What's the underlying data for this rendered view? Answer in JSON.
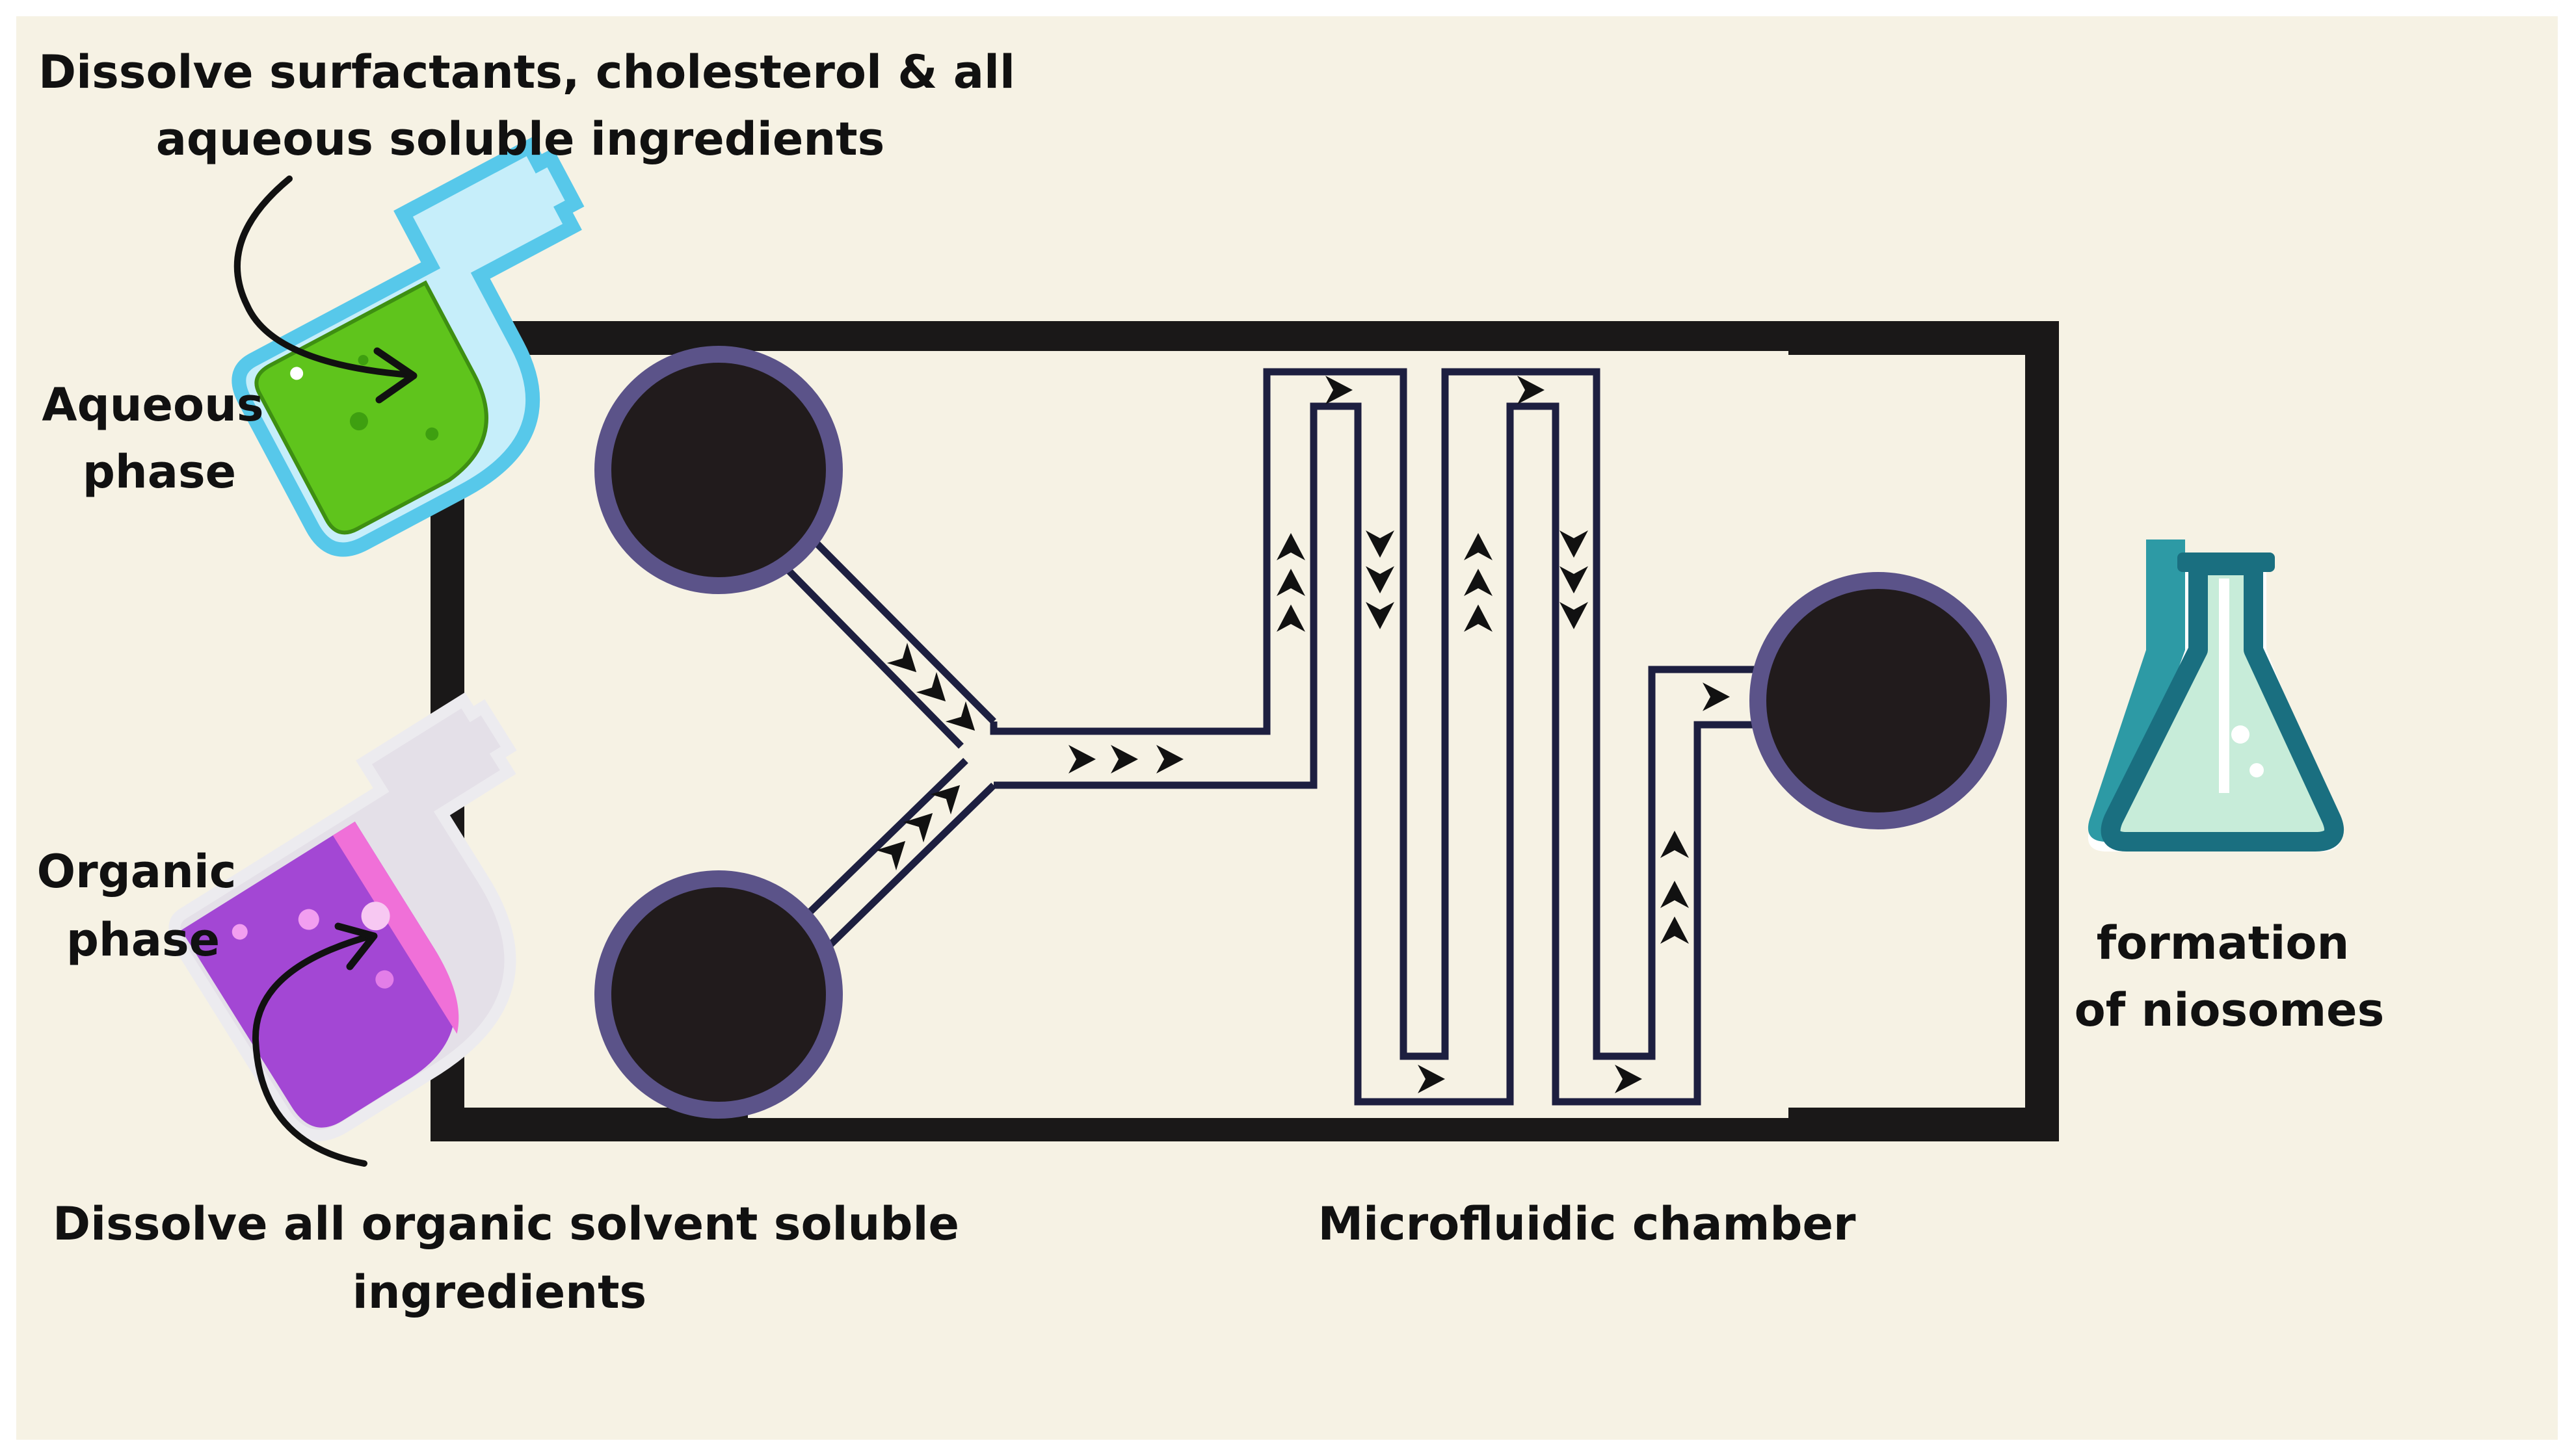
{
  "labels": {
    "aqueous_title_line1": "Dissolve surfactants, cholesterol & all",
    "aqueous_title_line2": "aqueous soluble ingredients",
    "aqueous_phase_line1": "Aqueous",
    "aqueous_phase_line2": "phase",
    "organic_phase_line1": "Organic",
    "organic_phase_line2": "phase",
    "organic_title_line1": "Dissolve all organic solvent soluble",
    "organic_title_line2": "ingredients",
    "chamber_label": "Microfluidic chamber",
    "product_line1": "formation",
    "product_line2": "of niosomes"
  },
  "icons": {
    "aqueous_flask": "erlenmeyer-flask-green",
    "organic_flask": "erlenmeyer-flask-purple",
    "product_flask": "erlenmeyer-flask-teal",
    "reservoir": "reservoir-circle",
    "flow_arrow": "chevron-arrow"
  },
  "colors": {
    "background": "#f6f2e4",
    "chamber_border": "#1a1818",
    "channel_stroke": "#1d1f40",
    "reservoir_fill": "#211b1c",
    "reservoir_ring": "#5b5389",
    "aqueous_liquid": "#5fc41c",
    "aqueous_glass": "#8fd9ef",
    "organic_liquid": "#a347d4",
    "organic_glass": "#e4e0e8",
    "product_glass": "#1a6f80",
    "product_liquid": "#c7ecd9"
  }
}
